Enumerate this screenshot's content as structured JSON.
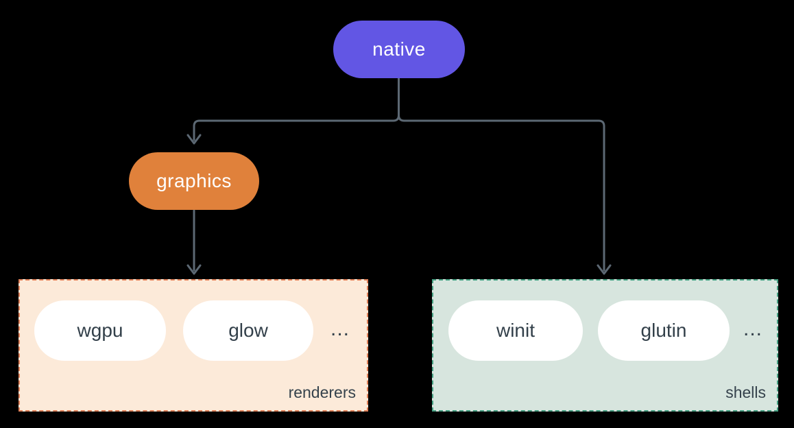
{
  "diagram": {
    "background_color": "#000000",
    "connector_color": "#5c6873",
    "nodes": {
      "native": {
        "label": "native",
        "color": "#6256e4",
        "text_color": "#ffffff"
      },
      "graphics": {
        "label": "graphics",
        "color": "#e0813b",
        "text_color": "#ffffff"
      }
    },
    "groups": {
      "renderers": {
        "label": "renderers",
        "fill": "#fcead9",
        "border_color": "#e2825a",
        "items": [
          "wgpu",
          "glow"
        ],
        "ellipsis": "..."
      },
      "shells": {
        "label": "shells",
        "fill": "#d7e5de",
        "border_color": "#46a183",
        "items": [
          "winit",
          "glutin"
        ],
        "ellipsis": "..."
      }
    }
  }
}
